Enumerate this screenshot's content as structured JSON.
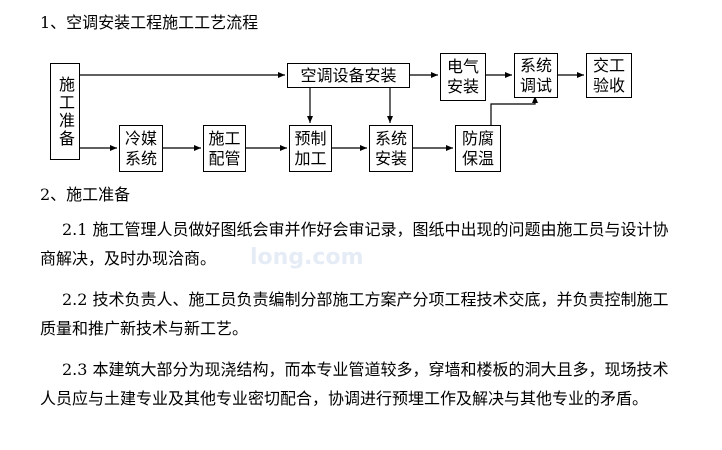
{
  "section1": {
    "title": "1、空调安装工程施工工艺流程"
  },
  "flowchart": {
    "nodes": {
      "prep": "施工准备",
      "ac_install": "空调设备安装",
      "electric": [
        "电气",
        "安装"
      ],
      "system_debug": [
        "系统",
        "调试"
      ],
      "acceptance": [
        "交工",
        "验收"
      ],
      "refrigerant": [
        "冷媒",
        "系统"
      ],
      "piping": [
        "施工",
        "配管"
      ],
      "prefab": [
        "预制",
        "加工"
      ],
      "system_install": [
        "系统",
        "安装"
      ],
      "anticorrosion": [
        "防腐",
        "保温"
      ]
    }
  },
  "section2": {
    "title": "2、施工准备",
    "paragraphs": [
      "2.1 施工管理人员做好图纸会审并作好会审记录，图纸中出现的问题由施工员与设计协商解决，及时办现洽商。",
      "2.2 技术负责人、施工员负责编制分部施工方案产分项工程技术交底，并负责控制施工质量和推广新技术与新工艺。",
      "2.3 本建筑大部分为现浇结构，而本专业管道较多，穿墙和楼板的洞大且多，现场技术人员应与土建专业及其他专业密切配合，协调进行预埋工作及解决与其他专业的矛盾。"
    ]
  },
  "watermark": "long.com"
}
